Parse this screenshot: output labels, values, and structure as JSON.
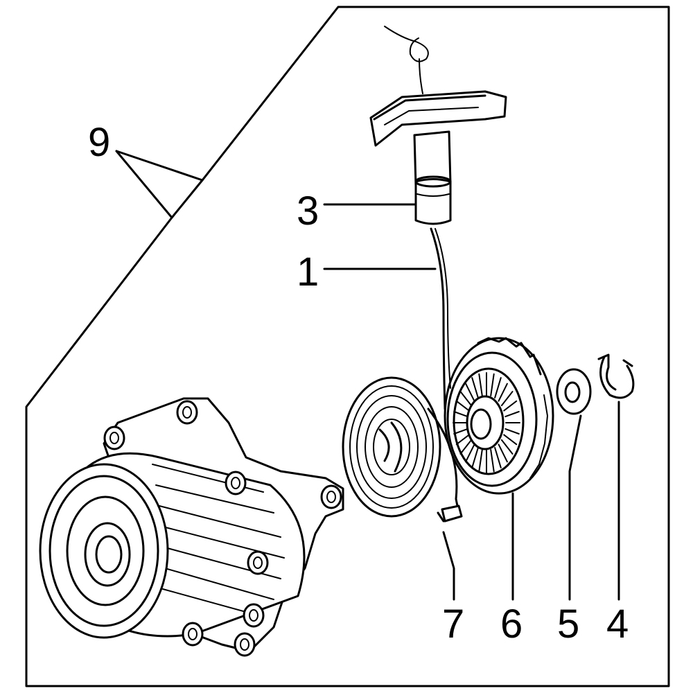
{
  "callouts": {
    "c1": "1",
    "c3": "3",
    "c4": "4",
    "c5": "5",
    "c6": "6",
    "c7": "7",
    "c9": "9"
  },
  "colors": {
    "ink": "#000000",
    "background": "#ffffff"
  }
}
